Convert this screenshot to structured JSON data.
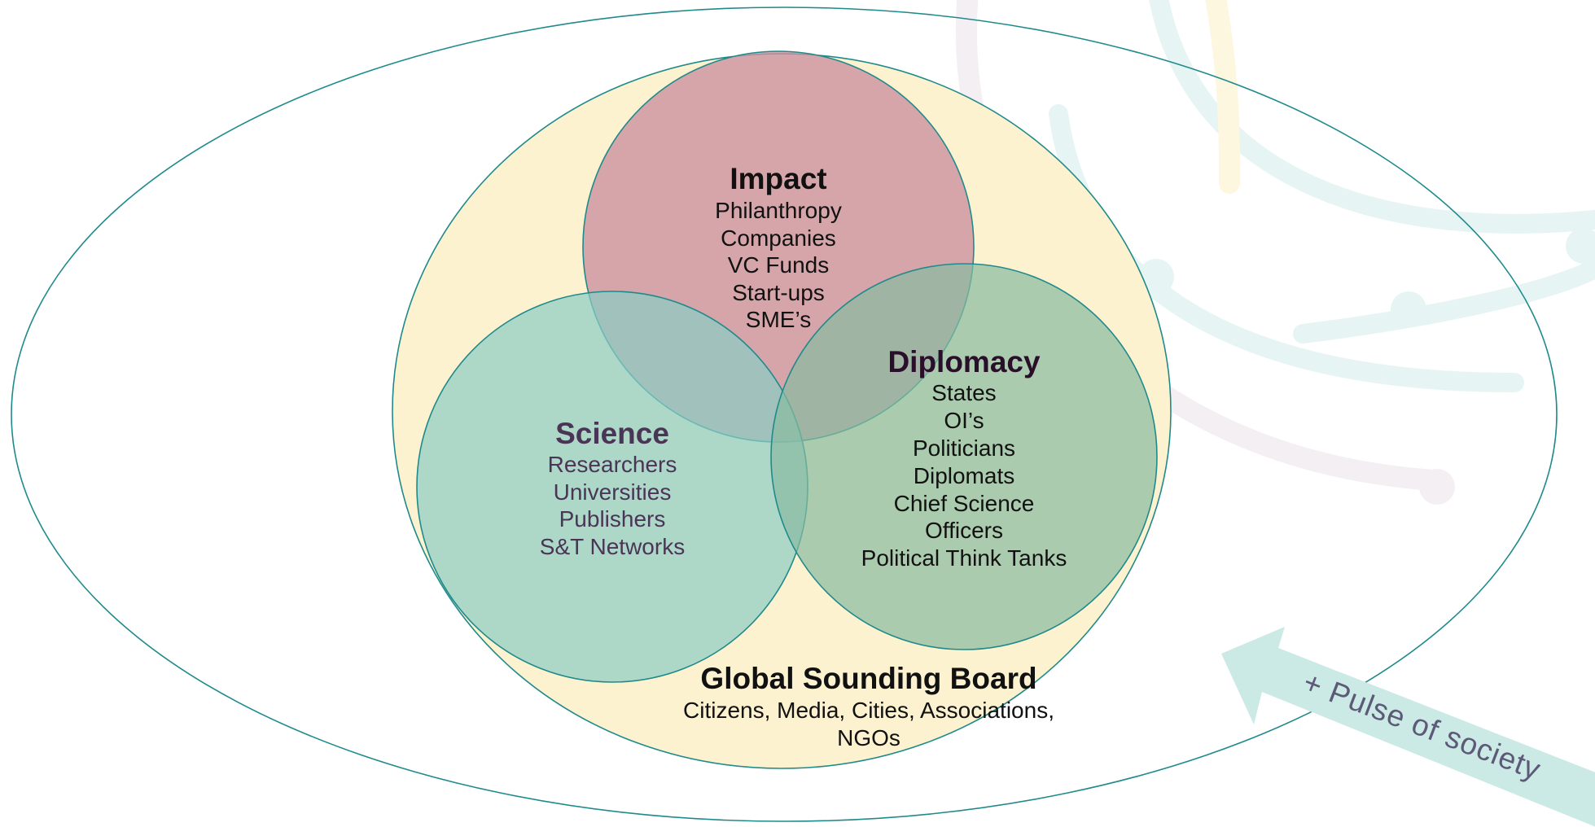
{
  "colors": {
    "outline": "#1f8a8c",
    "sounding_board_fill": "#fdf2cf",
    "impact_fill": "#c98f9e",
    "science_fill": "#8acdc4",
    "diplomacy_fill": "#87bba0",
    "science_text": "#4a3556",
    "diplomacy_heading": "#2a0f2a",
    "default_text": "#111111",
    "pulse_arrow": "#cbe9e5",
    "pulse_text": "#5d5a78",
    "decor_teal": "#e6f5f3",
    "decor_grey": "#f3eff2",
    "decor_yellow": "#fdf7e0"
  },
  "impact": {
    "heading": "Impact",
    "items": [
      "Philanthropy",
      "Companies",
      "VC Funds",
      "Start-ups",
      "SME’s"
    ]
  },
  "science": {
    "heading": "Science",
    "items": [
      "Researchers",
      "Universities",
      "Publishers",
      "S&T Networks"
    ]
  },
  "diplomacy": {
    "heading": "Diplomacy",
    "items": [
      "States",
      "OI’s",
      "Politicians",
      "Diplomats",
      "Chief Science",
      "Officers",
      "Political Think Tanks"
    ]
  },
  "sounding_board": {
    "heading": "Global Sounding Board",
    "lines": [
      "Citizens, Media, Cities, Associations,",
      "NGOs"
    ]
  },
  "pulse": {
    "label": "+ Pulse of society",
    "icon": "arrow-icon"
  }
}
